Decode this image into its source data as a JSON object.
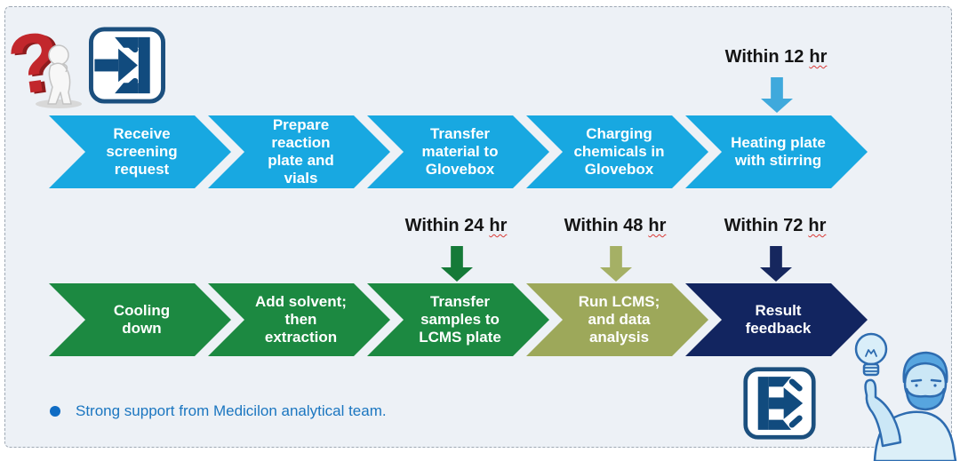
{
  "panel": {
    "background": "#EDF1F6",
    "border": "dashed"
  },
  "stage1": {
    "steps": [
      {
        "label": "Receive screening request",
        "color": "#18A8E1"
      },
      {
        "label": "Prepare reaction plate and vials",
        "color": "#18A8E1"
      },
      {
        "label": "Transfer material to Glovebox",
        "color": "#18A8E1"
      },
      {
        "label": "Charging chemicals in Glovebox",
        "color": "#18A8E1"
      },
      {
        "label": "Heating plate with stirring",
        "color": "#18A8E1"
      }
    ]
  },
  "stage2": {
    "steps": [
      {
        "label": "Cooling down",
        "color": "#1C8941"
      },
      {
        "label": "Add solvent; then extraction",
        "color": "#1C8941"
      },
      {
        "label": "Transfer samples to LCMS plate",
        "color": "#1C8941"
      },
      {
        "label": "Run LCMS; and data analysis",
        "color": "#9DA85A"
      },
      {
        "label": "Result feedback",
        "color": "#122560"
      }
    ]
  },
  "timings": [
    {
      "prefix": "Within 12",
      "unit": "hr",
      "arrow_color": "#3FA9DC"
    },
    {
      "prefix": "Within 24",
      "unit": "hr",
      "arrow_color": "#157A38"
    },
    {
      "prefix": "Within 48",
      "unit": "hr",
      "arrow_color": "#A5B065"
    },
    {
      "prefix": "Within 72",
      "unit": "hr",
      "arrow_color": "#16275E"
    }
  ],
  "footnote": {
    "text": "Strong support from Medicilon analytical team.",
    "color": "#1B76C0"
  },
  "icons": {
    "question_person": "thinking-person-with-question-mark",
    "enter": "enter-door-arrow",
    "exit": "exit-door-arrow",
    "idea_person": "person-pointing-at-lightbulb"
  }
}
